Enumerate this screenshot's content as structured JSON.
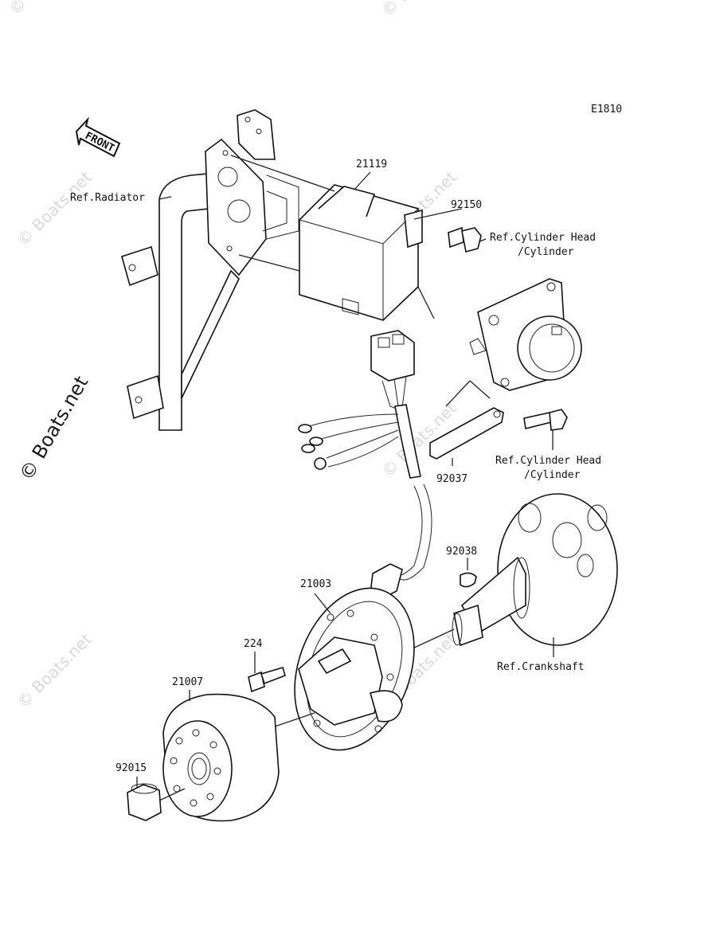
{
  "diagram_code": "E1810",
  "front_arrow_text": "FRONT",
  "watermark_text": "© Boats.net",
  "labels": {
    "p21119": "21119",
    "p92150": "92150",
    "ref_radiator": "Ref.Radiator",
    "ref_cyl_head_1_line1": "Ref.Cylinder Head",
    "ref_cyl_head_1_line2": "/Cylinder",
    "ref_cyl_head_2_line1": "Ref.Cylinder Head",
    "ref_cyl_head_2_line2": "/Cylinder",
    "p92037": "92037",
    "p92038": "92038",
    "p21003": "21003",
    "p224": "224",
    "p21007": "21007",
    "p92015": "92015",
    "ref_crankshaft": "Ref.Crankshaft"
  }
}
